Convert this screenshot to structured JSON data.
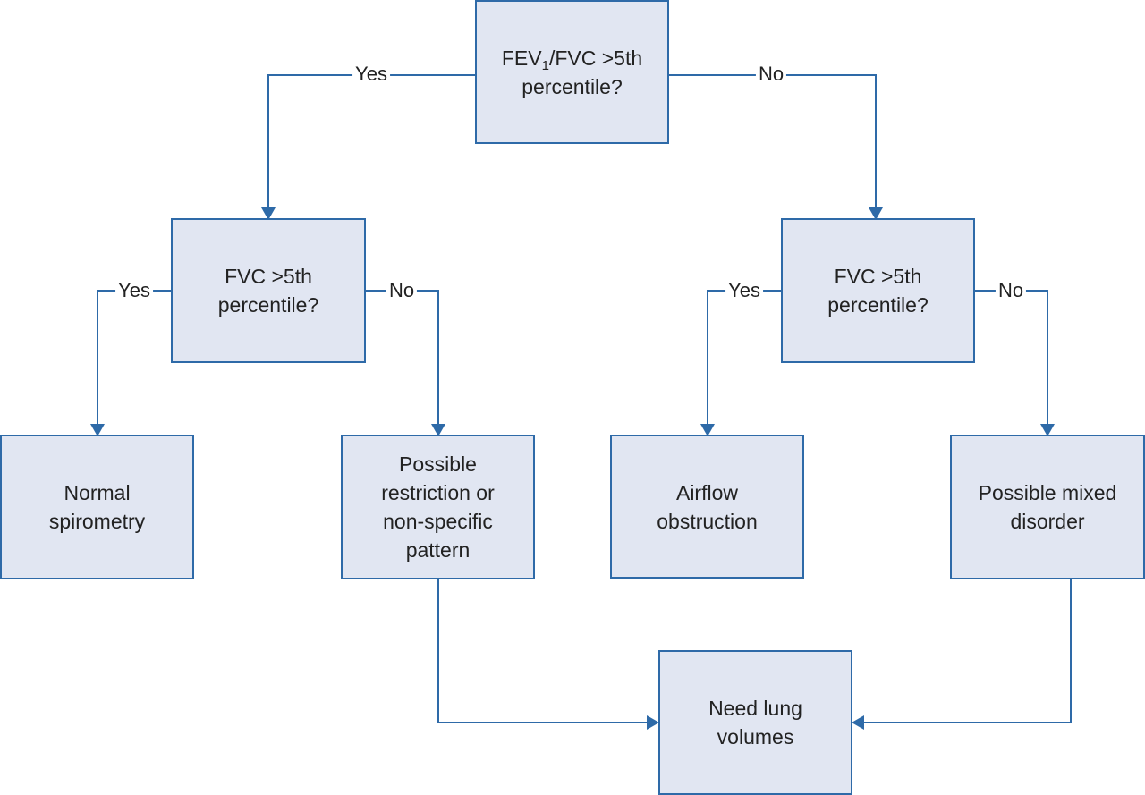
{
  "colors": {
    "box_fill": "#e1e6f2",
    "box_border": "#2e6aa8",
    "connector": "#2e6aa8",
    "text": "#222222"
  },
  "nodes": {
    "root": {
      "line1_pre": "FEV",
      "line1_sub": "1",
      "line1_post": "/FVC >5th",
      "line2": "percentile?"
    },
    "left_q": {
      "line1": "FVC >5th",
      "line2": "percentile?"
    },
    "right_q": {
      "line1": "FVC >5th",
      "line2": "percentile?"
    },
    "normal": {
      "line1": "Normal",
      "line2": "spirometry"
    },
    "restriction": {
      "line1": "Possible",
      "line2": "restriction or",
      "line3": "non-specific",
      "line4": "pattern"
    },
    "obstruction": {
      "line1": "Airflow",
      "line2": "obstruction"
    },
    "mixed": {
      "line1": "Possible mixed",
      "line2": "disorder"
    },
    "lung_volumes": {
      "line1": "Need lung",
      "line2": "volumes"
    }
  },
  "edges": {
    "root_yes": "Yes",
    "root_no": "No",
    "left_yes": "Yes",
    "left_no": "No",
    "right_yes": "Yes",
    "right_no": "No"
  }
}
